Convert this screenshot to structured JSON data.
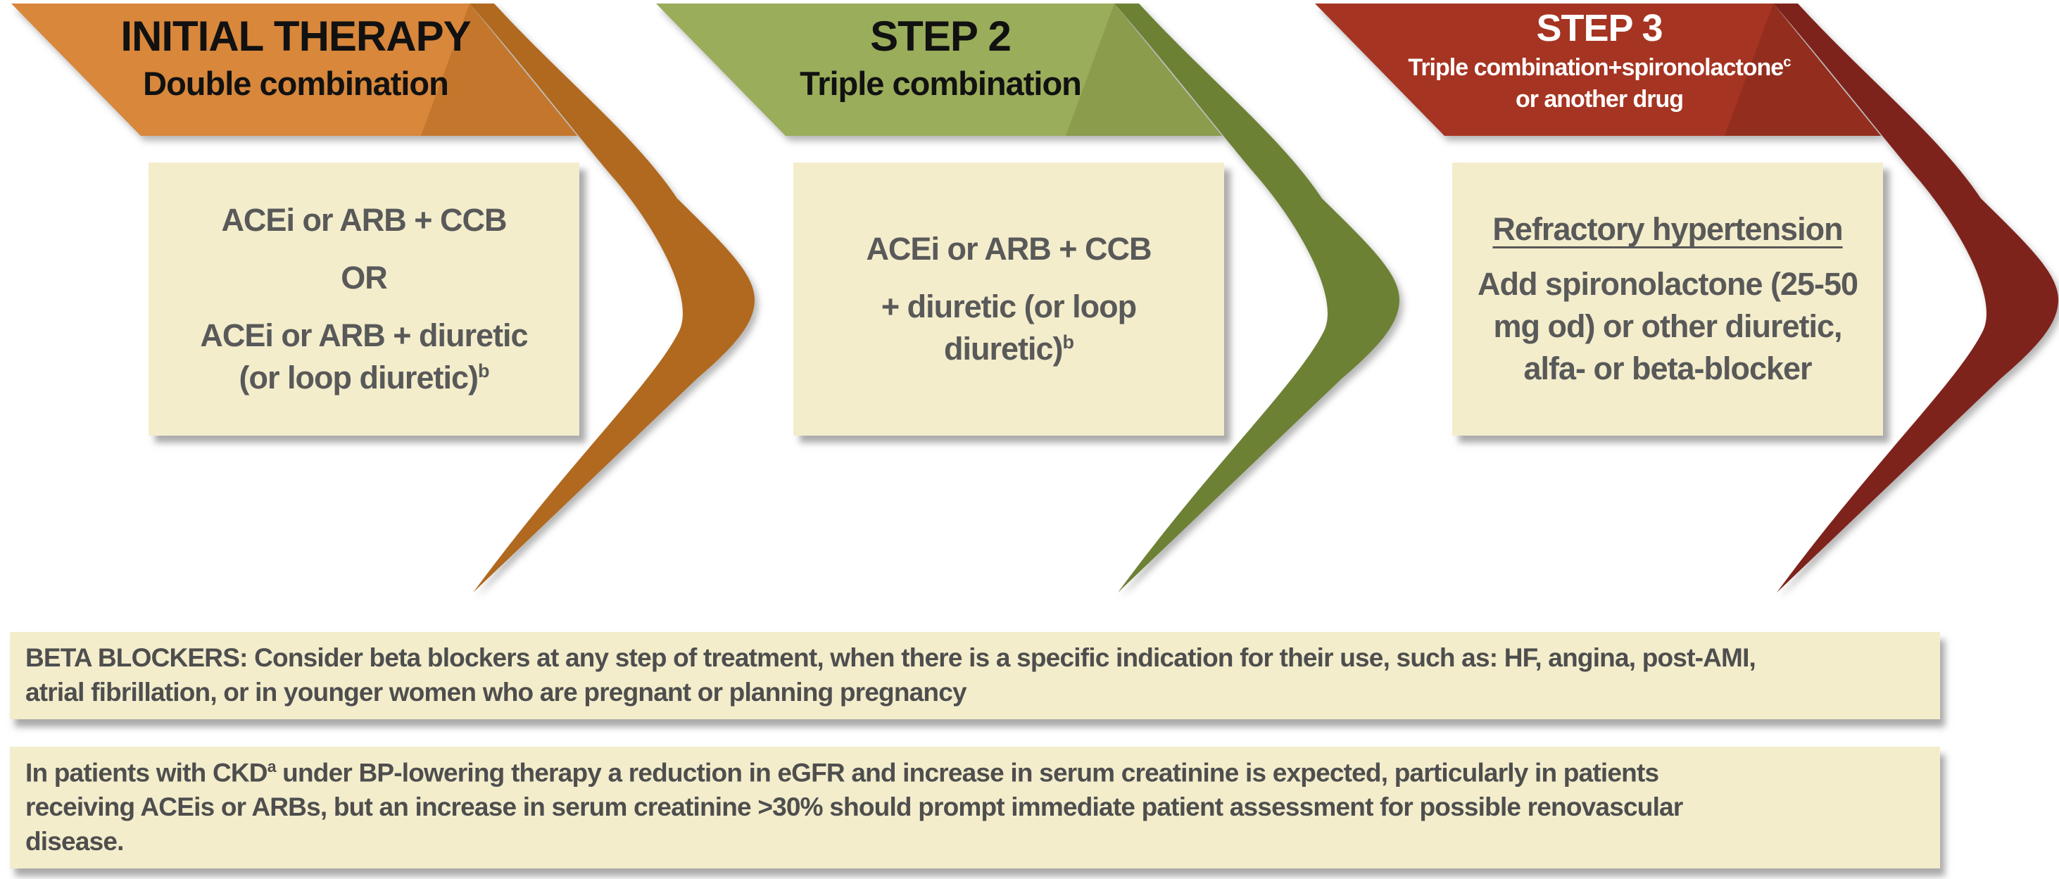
{
  "colors": {
    "banners": [
      "#D8873B",
      "#9AAD5B",
      "#A63422"
    ],
    "folds": [
      "#C4772C",
      "#8B9C4D",
      "#932E1E"
    ],
    "tails": [
      "#B0691E",
      "#6D8135",
      "#7E231C"
    ],
    "panel_bg": "#F3EDCC",
    "panel_text": "#595959",
    "note_text": "#4E4E4E"
  },
  "steps": [
    {
      "title": "INITIAL THERAPY",
      "subtitle": "Double combination",
      "box": {
        "line1": "ACEi or ARB + CCB",
        "line2": "OR",
        "line3": "ACEi or ARB + diuretic",
        "line4": "(or loop diuretic)",
        "line4_sup": "b"
      }
    },
    {
      "title": "STEP 2",
      "subtitle": "Triple combination",
      "box": {
        "line1": "ACEi or ARB + CCB",
        "line2": "+ diuretic (or loop",
        "line3": "diuretic)",
        "line3_sup": "b"
      }
    },
    {
      "title": "STEP 3",
      "subtitle": "Triple combination+spironolactone",
      "subtitle_sup": "c",
      "subtitle2": "or another drug",
      "box": {
        "heading": "Refractory hypertension",
        "line1": "Add spironolactone (25-50",
        "line2": "mg od) or other diuretic,",
        "line3": "alfa- or beta-blocker"
      }
    }
  ],
  "notes": [
    {
      "line1": "BETA BLOCKERS: Consider beta blockers at any step of treatment, when there is a specific indication for their use, such as: HF, angina, post-AMI,",
      "line2": "atrial fibrillation, or in younger women who are pregnant or planning pregnancy"
    },
    {
      "line1_pre": "In patients with CKD",
      "line1_sup": "a",
      "line1_post": " under BP-lowering therapy a reduction in eGFR and increase in serum creatinine is expected, particularly in patients",
      "line2": "receiving ACEis or ARBs, but an increase in serum creatinine >30% should prompt immediate patient assessment for possible renovascular",
      "line3": "disease."
    }
  ]
}
